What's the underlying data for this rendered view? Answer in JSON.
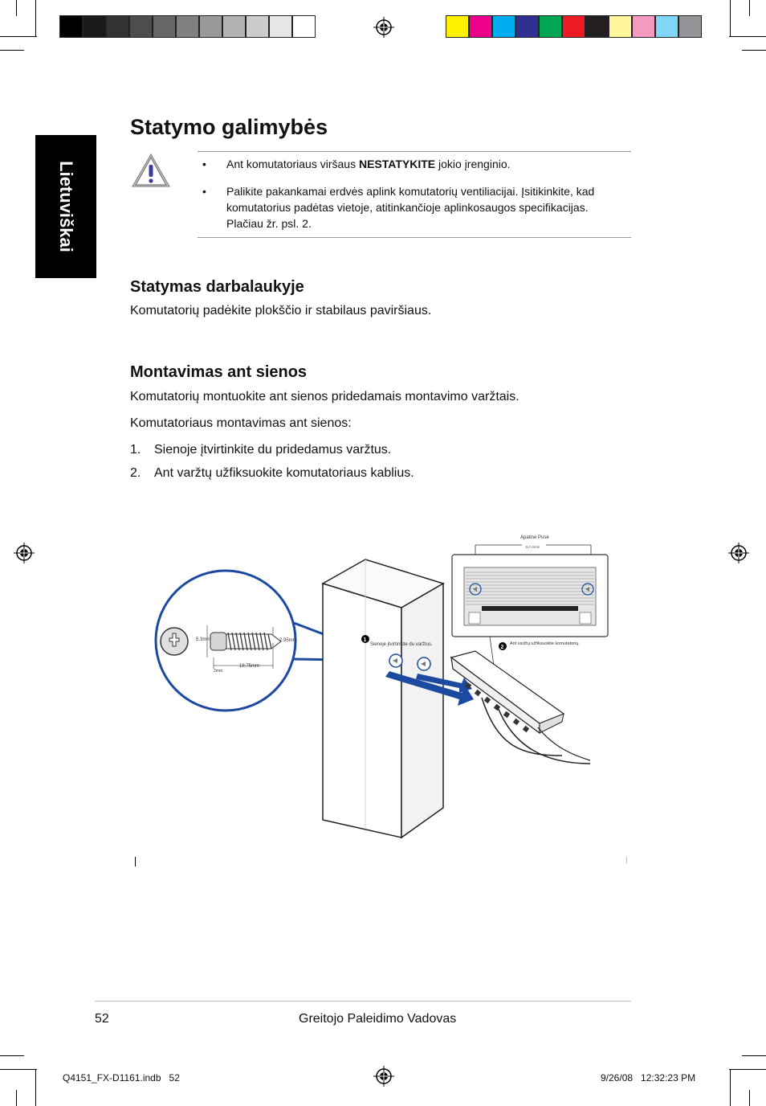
{
  "colors": {
    "gray_bar": [
      "#000000",
      "#1a1a1a",
      "#333333",
      "#4d4d4d",
      "#666666",
      "#808080",
      "#999999",
      "#b3b3b3",
      "#cccccc",
      "#e6e6e6",
      "#ffffff"
    ],
    "color_bar": [
      "#fff200",
      "#ec008c",
      "#00aeef",
      "#2e3192",
      "#00a651",
      "#ed1c24",
      "#231f20",
      "#fff799",
      "#f49ac1",
      "#7fd6f7",
      "#939598"
    ]
  },
  "side_tab": {
    "label": "Lietuviškai"
  },
  "title": "Statymo galimybės",
  "notice": {
    "icon": "warning-triangle-icon",
    "items": [
      {
        "before": "Ant komutatoriaus viršaus ",
        "bold": "NESTATYKITE",
        "after": " jokio įrenginio."
      },
      {
        "text": "Palikite pakankamai erdvės aplink komutatorių ventiliacijai. Įsitikinkite, kad komutatorius padėtas vietoje, atitinkančioje aplinkosaugos specifikacijas. Plačiau žr. psl. 2."
      }
    ]
  },
  "desk": {
    "heading": "Statymas darbalaukyje",
    "text": "Komutatorių padėkite plokščio ir stabilaus paviršiaus."
  },
  "wall": {
    "heading": "Montavimas ant sienos",
    "intro": "Komutatorių montuokite ant sienos pridedamais montavimo varžtais.",
    "lead": "Komutatoriaus montavimas ant sienos:",
    "steps": [
      {
        "num": "1.",
        "text": "Sienoje įtvirtinkite du pridedamus varžtus."
      },
      {
        "num": "2.",
        "text": "Ant varžtų užfiksuokite komutatoriaus kablius."
      }
    ]
  },
  "figure": {
    "screw_dims": {
      "head": "5.3mm",
      "thread": "2.95mm",
      "length": "18.75mm",
      "neck": "2mm"
    },
    "bottom_label": "Apatinė Pusė",
    "spacing_label": "117.0mm",
    "callout1": {
      "num": "1",
      "text": "Sienoje įtvirtinkite du varžtus."
    },
    "callout2": {
      "num": "2",
      "text": "Ant varžtų užfiksuokite komutatorių."
    }
  },
  "footer": {
    "page_number": "52",
    "guide_title": "Greitojo Paleidimo Vadovas"
  },
  "slug": {
    "file": "Q4151_FX-D1161.indb   52",
    "date": "9/26/08   12:32:23 PM"
  }
}
